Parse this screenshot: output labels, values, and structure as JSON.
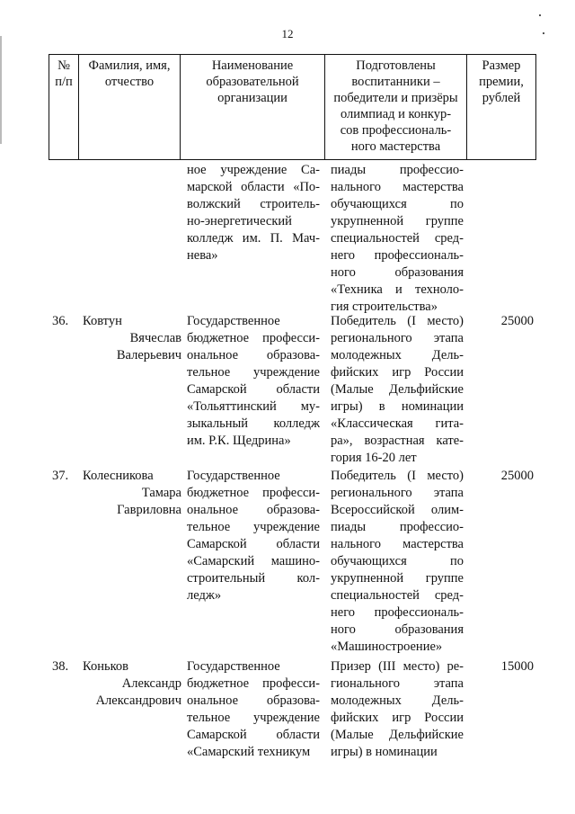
{
  "page_number": "12",
  "header": {
    "col_num": [
      "№",
      "п/п"
    ],
    "col_name": [
      "Фамилия, имя,",
      "отчество"
    ],
    "col_org": [
      "Наименование",
      "образовательной",
      "организации"
    ],
    "col_achievement": [
      "Подготовлены",
      "воспитанники –",
      "победители и призёры",
      "олимпиад и конкур-",
      "сов профессиональ-",
      "ного мастерства"
    ],
    "col_prize": [
      "Размер",
      "премии,",
      "рублей"
    ]
  },
  "continuation": {
    "org_lines": [
      "ное учреждение Са-",
      "марской области «По-",
      "волжский строитель-",
      "но-энергетический",
      "колледж им. П. Мач-",
      "нева»"
    ],
    "achievement_lines": [
      "пиады профессио-",
      "нального мастерства",
      "обучающихся по",
      "укрупненной группе",
      "специальностей сред-",
      "него профессиональ-",
      "ного образования",
      "«Техника и техноло-",
      "гия строительства»"
    ]
  },
  "rows": [
    {
      "num": "36.",
      "name_lines": [
        "Ковтун",
        "Вячеслав",
        "Валерьевич"
      ],
      "org_lines": [
        "Государственное",
        "бюджетное професси-",
        "ональное образова-",
        "тельное учреждение",
        "Самарской области",
        "«Тольяттинский му-",
        "зыкальный колледж",
        "им. Р.К. Щедрина»"
      ],
      "achievement_lines": [
        "Победитель (I место)",
        "регионального этапа",
        "молодежных Дель-",
        "фийских игр России",
        "(Малые Дельфийские",
        "игры) в номинации",
        "«Классическая гита-",
        "ра», возрастная кате-",
        "гория 16-20 лет"
      ],
      "prize": "25000"
    },
    {
      "num": "37.",
      "name_lines": [
        "Колесникова",
        "Тамара",
        "Гавриловна"
      ],
      "org_lines": [
        "Государственное",
        "бюджетное професси-",
        "ональное образова-",
        "тельное учреждение",
        "Самарской области",
        "«Самарский машино-",
        "строительный кол-",
        "ледж»"
      ],
      "achievement_lines": [
        "Победитель (I место)",
        "регионального этапа",
        "Всероссийской олим-",
        "пиады профессио-",
        "нального мастерства",
        "обучающихся по",
        "укрупненной группе",
        "специальностей сред-",
        "него профессиональ-",
        "ного образования",
        "«Машиностроение»"
      ],
      "prize": "25000"
    },
    {
      "num": "38.",
      "name_lines": [
        "Коньков",
        "Александр",
        "Александрович"
      ],
      "org_lines": [
        "Государственное",
        "бюджетное професси-",
        "ональное образова-",
        "тельное учреждение",
        "Самарской области",
        "«Самарский техникум"
      ],
      "achievement_lines": [
        "Призер (III место) ре-",
        "гионального этапа",
        "молодежных Дель-",
        "фийских игр России",
        "(Малые Дельфийские",
        "игры) в номинации"
      ],
      "prize": "15000"
    }
  ]
}
